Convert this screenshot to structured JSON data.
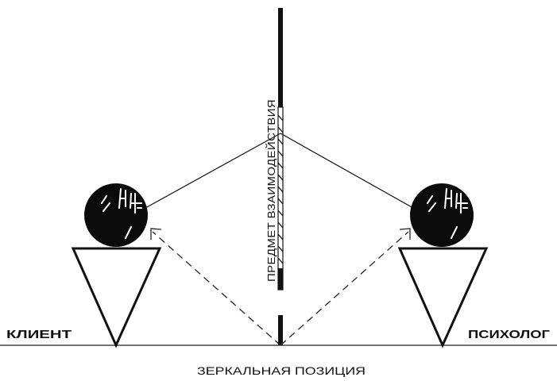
{
  "diagram": {
    "left_label": "КЛИЕНТ",
    "right_label": "ПСИХОЛОГ",
    "center_label": "ПРЕДМЕТ ВЗАИМОДЕЙСТВИЯ",
    "caption": "ЗЕРКАЛЬНАЯ ПОЗИЦИЯ"
  }
}
